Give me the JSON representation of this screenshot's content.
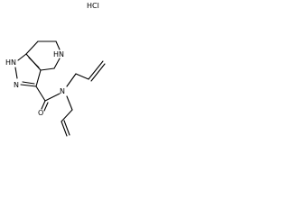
{
  "structure": {
    "salt_label": "HCl",
    "atoms": {
      "nh_pyrazole": "HN",
      "n_pyrazole": "N",
      "nh_piperidine": "HN",
      "o_carbonyl": "O",
      "n_amide": "N"
    }
  }
}
